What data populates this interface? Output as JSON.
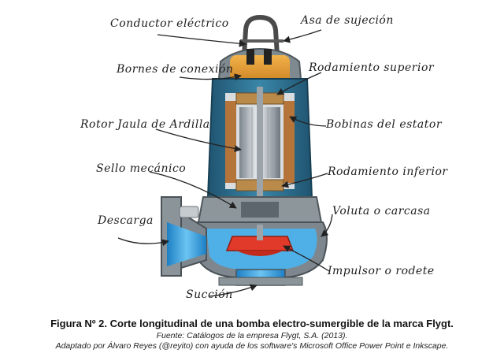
{
  "diagram": {
    "labels": {
      "conductor": "Conductor eléctrico",
      "asa": "Asa de sujeción",
      "bornes": "Bornes de conexión",
      "rodamiento_superior": "Rodamiento superior",
      "rotor": "Rotor Jaula de Ardilla",
      "bobinas": "Bobinas del estator",
      "sello": "Sello mecánico",
      "rodamiento_inferior": "Rodamiento inferior",
      "descarga": "Descarga",
      "voluta": "Voluta o carcasa",
      "impulsor": "Impulsor o rodete",
      "succion": "Succión"
    },
    "colors": {
      "housing_teal": "#2f6f8f",
      "housing_grey": "#8f979c",
      "water_blue": "#3fa9e6",
      "impeller_red": "#e23a2a",
      "oil_orange": "#e89a2a",
      "copper": "#c98a3c",
      "steel": "#c8cdd2"
    }
  },
  "caption": {
    "title": "Figura Nº 2. Corte longitudinal de una bomba electro-sumergible de la marca Flygt.",
    "source": "Fuente: Catálogos de la empresa Flygt, S.A. (2013).",
    "adapted": "Adaptado por Álvaro Reyes (@reyito) con ayuda de los software's Microsoft Office Power Point e Inkscape."
  }
}
